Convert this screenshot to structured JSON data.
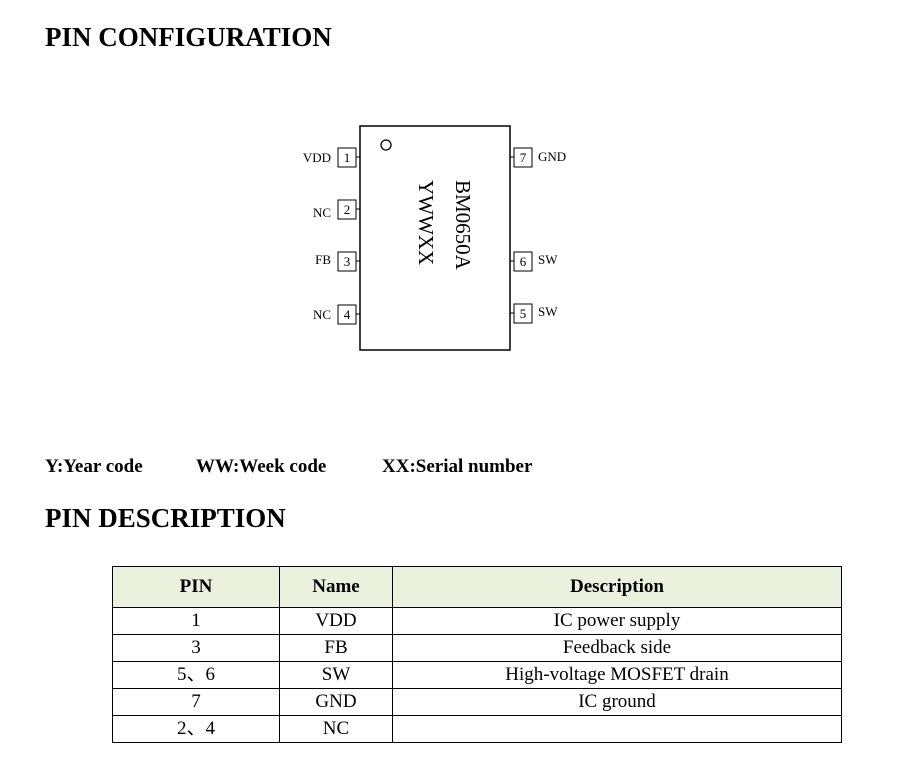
{
  "pin_configuration": {
    "title": "PIN CONFIGURATION",
    "chip": {
      "marking_line1": "BM0650A",
      "marking_line2": "YWWXX",
      "left_pins": [
        {
          "number": "1",
          "name": "VDD"
        },
        {
          "number": "2",
          "name": "NC"
        },
        {
          "number": "3",
          "name": "FB"
        },
        {
          "number": "4",
          "name": "NC"
        }
      ],
      "right_pins": [
        {
          "number": "7",
          "name": "GND"
        },
        {
          "number": "6",
          "name": "SW"
        },
        {
          "number": "5",
          "name": "SW"
        }
      ]
    }
  },
  "legend": {
    "year": "Y:Year code",
    "week": "WW:Week code",
    "serial": "XX:Serial number"
  },
  "pin_description": {
    "title": "PIN DESCRIPTION",
    "headers": {
      "pin": "PIN",
      "name": "Name",
      "description": "Description"
    },
    "rows": [
      {
        "pin": "1",
        "name": "VDD",
        "description": "IC power supply"
      },
      {
        "pin": "3",
        "name": "FB",
        "description": "Feedback side"
      },
      {
        "pin": "5、6",
        "name": "SW",
        "description": "High-voltage MOSFET drain"
      },
      {
        "pin": "7",
        "name": "GND",
        "description": "IC ground"
      },
      {
        "pin": "2、4",
        "name": "NC",
        "description": ""
      }
    ]
  }
}
